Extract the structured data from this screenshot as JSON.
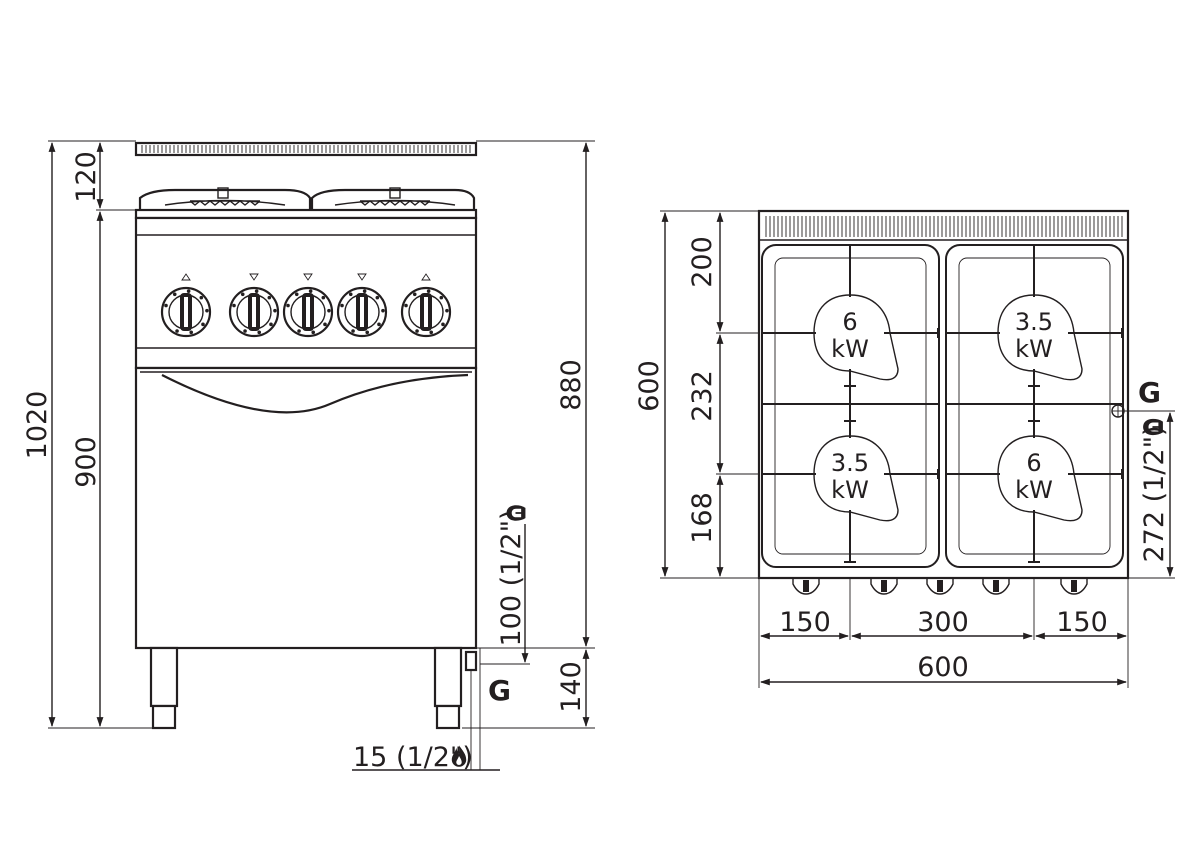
{
  "front_view": {
    "dimensions": {
      "total_height": "1020",
      "upper_height": "120",
      "body_height": "900",
      "right_height": "880",
      "gas_height": "100 (1/2\")",
      "leg_height": "140",
      "gas_offset": "15 (1/2\")"
    },
    "gas_label": "G"
  },
  "top_view": {
    "dimensions": {
      "depth": "600",
      "front_to_row1": "200",
      "row_spacing": "232",
      "row2_to_back": "168",
      "gas_side": "272 (1/2\")",
      "left_offset": "150",
      "center_spacing": "300",
      "right_offset": "150",
      "width": "600"
    },
    "gas_label": "G",
    "burners": [
      {
        "power": "6",
        "unit": "kW"
      },
      {
        "power": "3.5",
        "unit": "kW"
      },
      {
        "power": "3.5",
        "unit": "kW"
      },
      {
        "power": "6",
        "unit": "kW"
      }
    ]
  },
  "icons": [
    "flame-icon",
    "gas-connector-icon"
  ]
}
